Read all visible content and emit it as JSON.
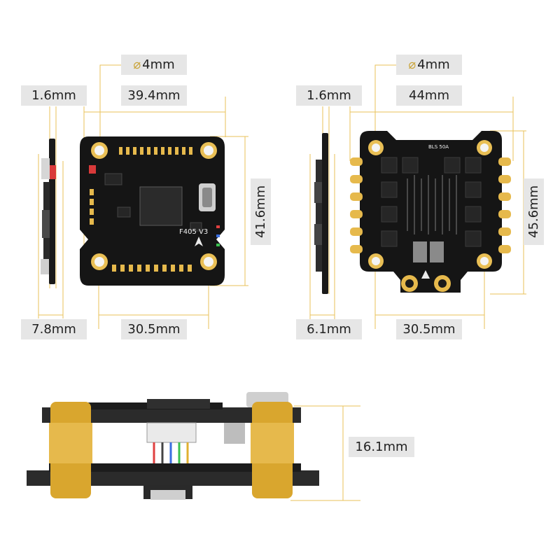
{
  "colors": {
    "dim_line": "#e8c25a",
    "label_bg": "#e6e6e6",
    "board": "#141414",
    "gold": "#e6b94c",
    "standoff": "#d9a62e"
  },
  "flight_controller": {
    "hole_diameter": "4mm",
    "thickness": "1.6mm",
    "width": "39.4mm",
    "height": "41.6mm",
    "side_height": "7.8mm",
    "hole_spacing": "30.5mm",
    "board_text": "F405 V3"
  },
  "esc": {
    "hole_diameter": "4mm",
    "thickness": "1.6mm",
    "width": "44mm",
    "height": "45.6mm",
    "side_height": "6.1mm",
    "hole_spacing": "30.5mm",
    "board_text": "BLS 50A"
  },
  "stack": {
    "height": "16.1mm"
  }
}
